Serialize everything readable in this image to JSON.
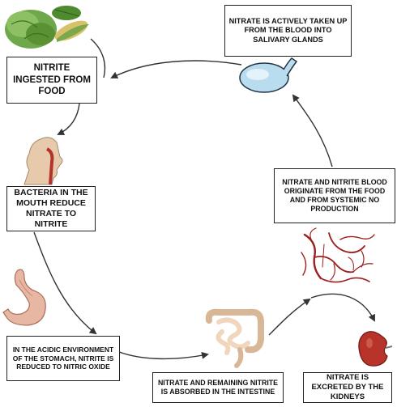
{
  "boxes": {
    "nitrite_ingested": "NITRITE INGESTED FROM FOOD",
    "bacteria": "BACTERIA IN THE MOUTH REDUCE NITRATE TO NITRITE",
    "stomach": "IN THE ACIDIC ENVIRONMENT OF THE STOMACH, NITRITE IS REDUCED TO NITRIC OXIDE",
    "absorbed": "NITRATE AND REMAINING NITRITE IS ABSORBED IN THE INTESTINE",
    "kidneys": "NITRATE IS EXCRETED BY THE KIDNEYS",
    "blood": "NITRATE AND NITRITE BLOOD ORIGINATE FROM THE FOOD AND FROM SYSTEMIC NO PRODUCTION",
    "salivary": "NITRATE IS ACTIVELY TAKEN UP FROM THE BLOOD INTO SALIVARY GLANDS"
  },
  "colors": {
    "arrow": "#333333",
    "organ_red": "#b8342b",
    "stomach_pink": "#e8b7a4",
    "gland_blue": "#b9dcef",
    "intestine": "#f0d6bc",
    "vegetable_green": "#5e9a3a"
  }
}
